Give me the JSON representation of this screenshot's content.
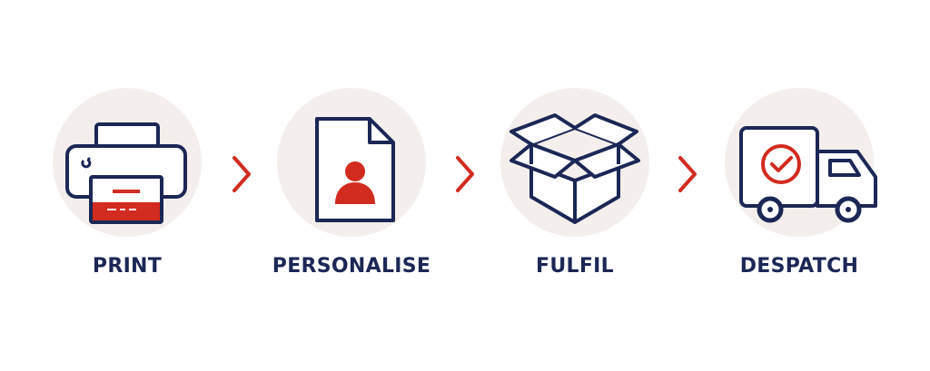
{
  "steps": [
    {
      "label": "PRINT",
      "icon": "printer-icon"
    },
    {
      "label": "PERSONALISE",
      "icon": "person-document-icon"
    },
    {
      "label": "FULFIL",
      "icon": "open-box-icon"
    },
    {
      "label": "DESPATCH",
      "icon": "delivery-truck-icon"
    }
  ],
  "colors": {
    "navy": "#1b2755",
    "red": "#d22b1f",
    "circle_bg": "#f4efec"
  }
}
